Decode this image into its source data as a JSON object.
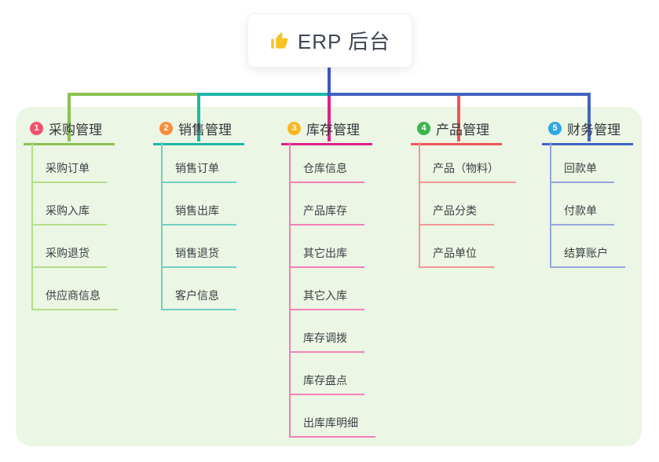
{
  "root": {
    "label": "ERP 后台",
    "icon": "thumbs-up-icon",
    "icon_color": "#f7c325",
    "connector_color": "#4356c8"
  },
  "branches": [
    {
      "num": "1",
      "title": "采购管理",
      "badge_color": "#f1506c",
      "line_color": "#8cc152",
      "item_line_color": "#b5dd8a",
      "items": [
        "采购订单",
        "采购入库",
        "采购退货",
        "供应商信息"
      ]
    },
    {
      "num": "2",
      "title": "销售管理",
      "badge_color": "#fa8c3c",
      "line_color": "#1fb8a6",
      "item_line_color": "#72cfc3",
      "items": [
        "销售订单",
        "销售出库",
        "销售退货",
        "客户信息"
      ]
    },
    {
      "num": "3",
      "title": "库存管理",
      "badge_color": "#fcb621",
      "line_color": "#e0218a",
      "item_line_color": "#f37fb8",
      "items": [
        "仓库信息",
        "产品库存",
        "其它出库",
        "其它入库",
        "库存调拨",
        "库存盘点",
        "出库库明细"
      ]
    },
    {
      "num": "4",
      "title": "产品管理",
      "badge_color": "#3cb650",
      "line_color": "#f15458",
      "item_line_color": "#f59598",
      "items": [
        "产品（物料）",
        "产品分类",
        "产品单位"
      ]
    },
    {
      "num": "5",
      "title": "财务管理",
      "badge_color": "#30a8e0",
      "line_color": "#4263c0",
      "item_line_color": "#95a7de",
      "items": [
        "回款单",
        "付款单",
        "结算账户"
      ]
    }
  ]
}
